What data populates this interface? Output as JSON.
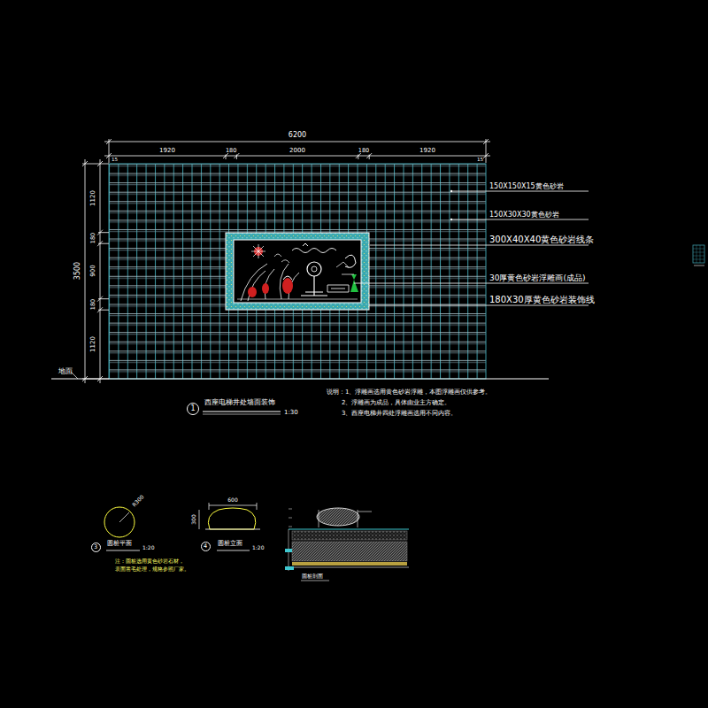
{
  "diagram": {
    "title": "西座电梯井处墙面装饰",
    "nodes": [
      {
        "text": [
          "1"
        ]
      },
      {
        "text": [
          "3"
        ]
      },
      {
        "text": [
          "4"
        ]
      }
    ],
    "labels": [
      "6200",
      "1920",
      "180",
      "2000",
      "180",
      "1920",
      "15",
      "15",
      "3500",
      "1120",
      "180",
      "900",
      "180",
      "1120",
      "地面",
      "150X150X15黄色砂岩",
      "150X30X30黄色砂岩",
      "300X40X40黄色砂岩线条",
      "30厚黄色砂岩浮雕画(成品)",
      "180X30厚黄色砂岩装饰线",
      "1:30",
      "说明：1、浮雕画选用黄色砂岩浮雕，本图浮雕画仅供参考。",
      "2、浮雕画为成品，具体由业主方确定。",
      "3、西座电梯井四处浮雕画选用不同内容。",
      "R300",
      "圆桩平面",
      "1:20",
      "注：圆桩选用黄色砂岩石材，",
      "表面凿毛处理，规格参照厂家。",
      "600",
      "300",
      "圆桩立面",
      "1:20",
      "圆桩剖面"
    ]
  }
}
